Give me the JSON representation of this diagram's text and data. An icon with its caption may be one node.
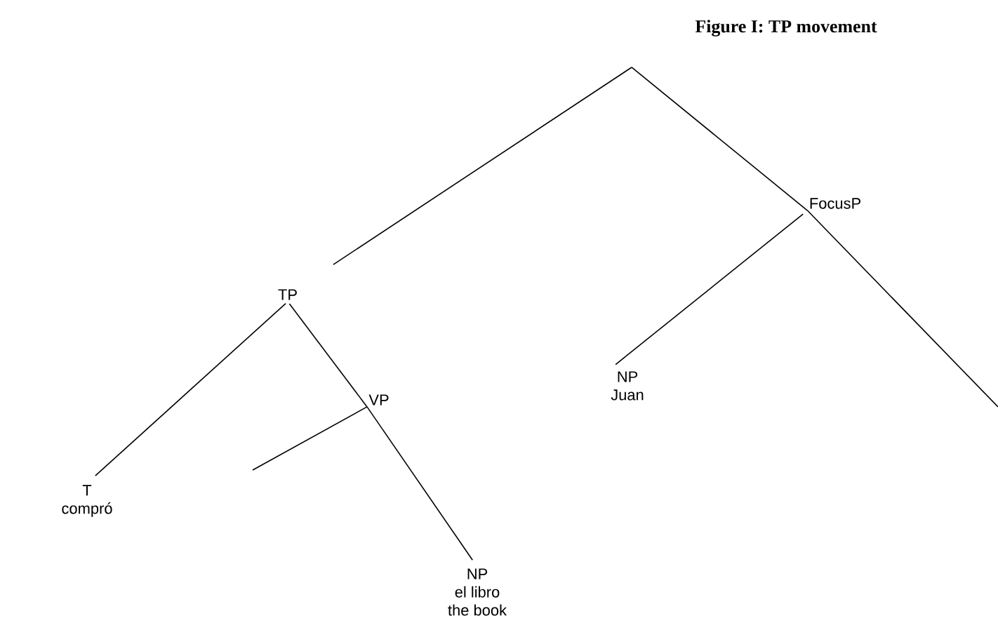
{
  "diagram": {
    "title": "Figure I: TP movement",
    "nodes": [
      {
        "text": [
          "TP"
        ]
      },
      {
        "text": [
          "FocusP"
        ]
      },
      {
        "text": [
          "T",
          "compró"
        ]
      },
      {
        "text": [
          "VP"
        ]
      },
      {
        "text": [
          "NP",
          "Juan"
        ]
      },
      {
        "text": [
          "NP",
          "el libro",
          "the book"
        ]
      }
    ],
    "edges": [
      {
        "from": null,
        "to": 0,
        "arrow": "none"
      },
      {
        "from": null,
        "to": 1,
        "arrow": "none"
      },
      {
        "from": 1,
        "to": 4,
        "arrow": "none"
      },
      {
        "from": 1,
        "to": null,
        "arrow": "none"
      },
      {
        "from": 0,
        "to": 2,
        "arrow": "none"
      },
      {
        "from": 0,
        "to": 3,
        "arrow": "none"
      },
      {
        "from": 3,
        "to": null,
        "arrow": "none"
      },
      {
        "from": 3,
        "to": 5,
        "arrow": "none"
      }
    ]
  }
}
